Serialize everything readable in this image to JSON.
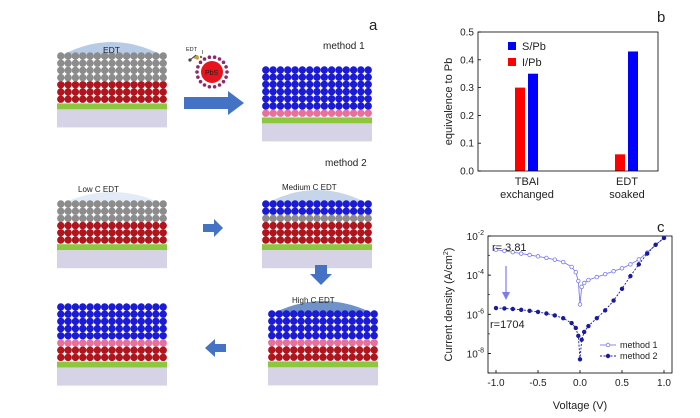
{
  "panel_labels": {
    "a": "a",
    "b": "b",
    "c": "c"
  },
  "diagram_a": {
    "method1_title": "method 1",
    "method2_title": "method 2",
    "edt_cap": "EDT",
    "ligand_label": "EDT",
    "ligand_i": "I",
    "qd_label": "PbS",
    "low_c": "Low C EDT",
    "medium_c": "Medium C EDT",
    "high_c": "High C EDT"
  },
  "chart_data": [
    {
      "type": "bar",
      "ylabel": "equivalence to Pb",
      "categories": [
        "TBAI exchanged",
        "EDT soaked"
      ],
      "category_lines": [
        [
          "TBAI",
          "exchanged"
        ],
        [
          "EDT",
          "soaked"
        ]
      ],
      "series": [
        {
          "name": "I/Pb",
          "color": "#ff0000",
          "values": [
            0.3,
            0.06
          ]
        },
        {
          "name": "S/Pb",
          "color": "#0000ff",
          "values": [
            0.35,
            0.43
          ]
        }
      ],
      "legend_order": [
        "S/Pb",
        "I/Pb"
      ],
      "ylim": [
        0,
        0.5
      ],
      "yticks": [
        "0.0",
        "0.1",
        "0.2",
        "0.3",
        "0.4",
        "0.5"
      ],
      "legend_position": "top-left"
    },
    {
      "type": "line",
      "xlabel": "Voltage (V)",
      "ylabel": "Current density (A/cm²)",
      "ylabel_base": "Current density (A/cm",
      "ylabel_sup": "2",
      "ylabel_end": ")",
      "xlim": [
        -1.0,
        1.0
      ],
      "xticks": [
        "-1.0",
        "-0.5",
        "0.0",
        "0.5",
        "1.0"
      ],
      "ylim_log10": [
        -9,
        -2
      ],
      "yscale": "log",
      "yticks": [
        {
          "base": "10",
          "exp": "-2"
        },
        {
          "base": "10",
          "exp": "-4"
        },
        {
          "base": "10",
          "exp": "-6"
        },
        {
          "base": "10",
          "exp": "-8"
        }
      ],
      "annotations": {
        "arrow_from": "r= 3.81",
        "arrow_to": "r=1704"
      },
      "legend_position": "bottom-right",
      "series": [
        {
          "name": "method 1",
          "color": "#7b7bf2",
          "marker": "open-circle",
          "x": [
            -1.0,
            -0.9,
            -0.8,
            -0.7,
            -0.6,
            -0.5,
            -0.4,
            -0.3,
            -0.2,
            -0.1,
            -0.05,
            -0.02,
            0.0,
            0.02,
            0.05,
            0.1,
            0.2,
            0.3,
            0.4,
            0.5,
            0.6,
            0.7,
            0.8,
            0.9,
            1.0
          ],
          "logy": [
            -2.7,
            -2.76,
            -2.83,
            -2.9,
            -2.97,
            -3.04,
            -3.12,
            -3.21,
            -3.33,
            -3.58,
            -3.85,
            -4.3,
            -5.5,
            -4.6,
            -4.4,
            -4.25,
            -4.1,
            -3.95,
            -3.8,
            -3.65,
            -3.45,
            -3.2,
            -2.85,
            -2.45,
            -2.1
          ]
        },
        {
          "name": "method 2",
          "color": "#1a1a9e",
          "marker": "filled-circle",
          "x": [
            -1.0,
            -0.9,
            -0.8,
            -0.7,
            -0.6,
            -0.5,
            -0.4,
            -0.3,
            -0.2,
            -0.1,
            -0.05,
            -0.02,
            0.0,
            0.02,
            0.05,
            0.1,
            0.2,
            0.3,
            0.4,
            0.5,
            0.6,
            0.7,
            0.8,
            0.9,
            1.0
          ],
          "logy": [
            -5.68,
            -5.7,
            -5.73,
            -5.77,
            -5.82,
            -5.88,
            -5.96,
            -6.06,
            -6.2,
            -6.45,
            -6.7,
            -7.1,
            -8.3,
            -7.3,
            -6.9,
            -6.6,
            -6.2,
            -5.8,
            -5.3,
            -4.7,
            -4.05,
            -3.45,
            -2.9,
            -2.45,
            -2.1
          ]
        }
      ]
    }
  ]
}
